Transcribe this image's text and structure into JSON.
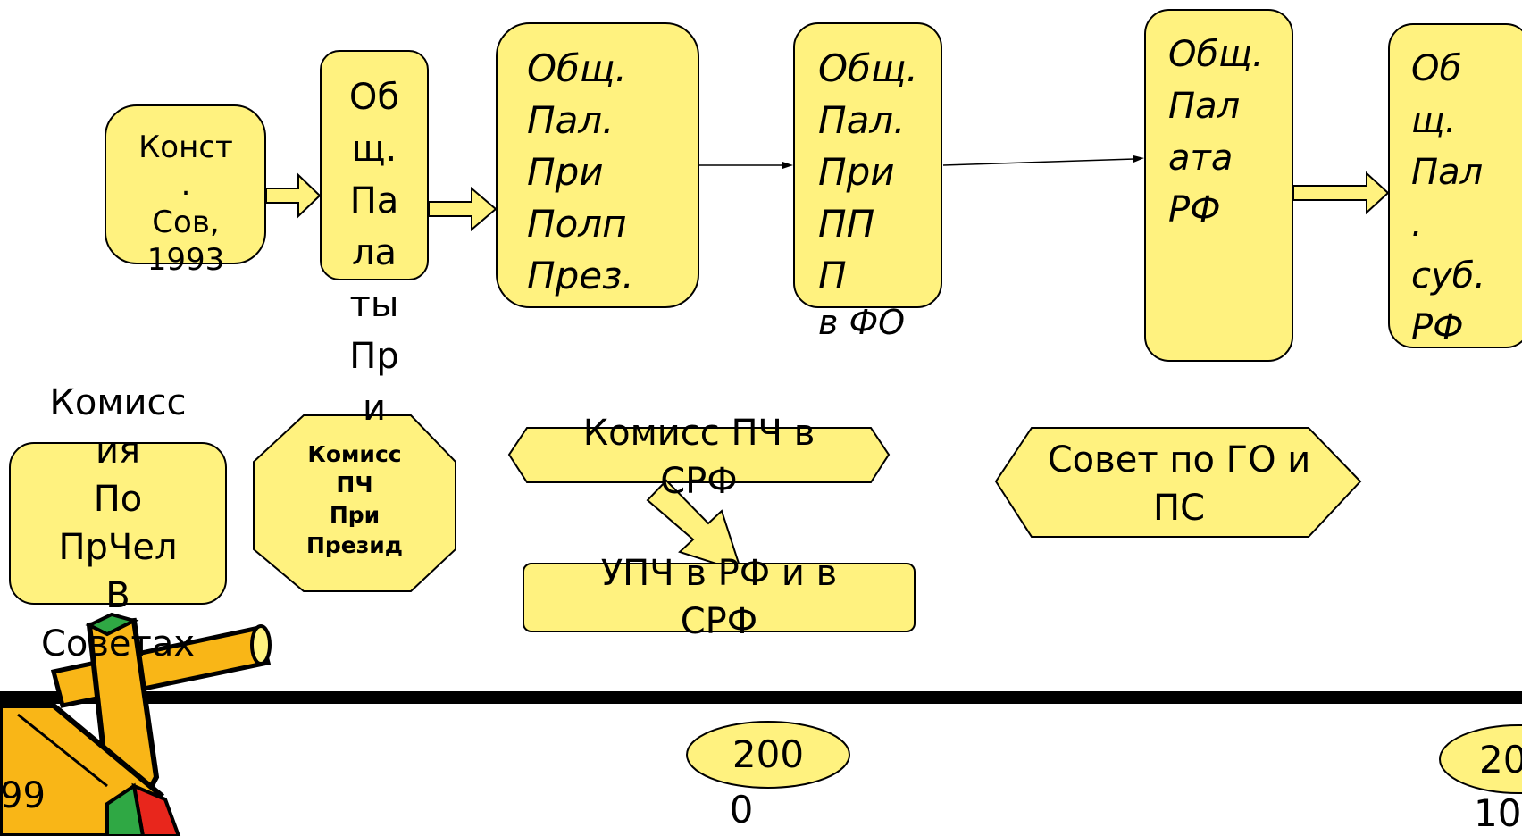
{
  "boxes": {
    "konst_sov": "Конст\n.\nСов,\n1993",
    "obsh_palaty": "Об\nщ.\nПа\nла\nты\nПр\nи",
    "obsh_pal_polpred": "Общ.\nПал.\nПри\nПолп\nПрез.",
    "obsh_pal_ppp": "Общ.\nПал.\nПри\nПП\nП",
    "obsh_pal_ppp_suffix": "в ФО",
    "obsh_palata_rf": "Общ.\nПал\nата\nРФ",
    "obsh_pal_sub": "Об\nщ.\nПал\n.\nсуб.\nРФ"
  },
  "commissions": {
    "komissiya_sov": "Комисс\nия\nПо\nПрЧел\nВ\nСоветах",
    "komiss_pch_prezid": "Комисс\nПЧ\nПри\nПрезид",
    "komiss_pch_srf": "Комисс ПЧ в\nСРФ",
    "upch": "УПЧ в РФ и в\nСРФ",
    "sovet_go_ps": "Совет по ГО и\nПС"
  },
  "timeline": {
    "year_left": "99",
    "year_mid_top": "200",
    "year_mid_bottom": "0",
    "year_right_top": "20",
    "year_right_bottom": "10"
  },
  "colors": {
    "fill": "#FFF27F",
    "stroke": "#000000"
  },
  "icons": {
    "clipart": "pencil-icon"
  }
}
